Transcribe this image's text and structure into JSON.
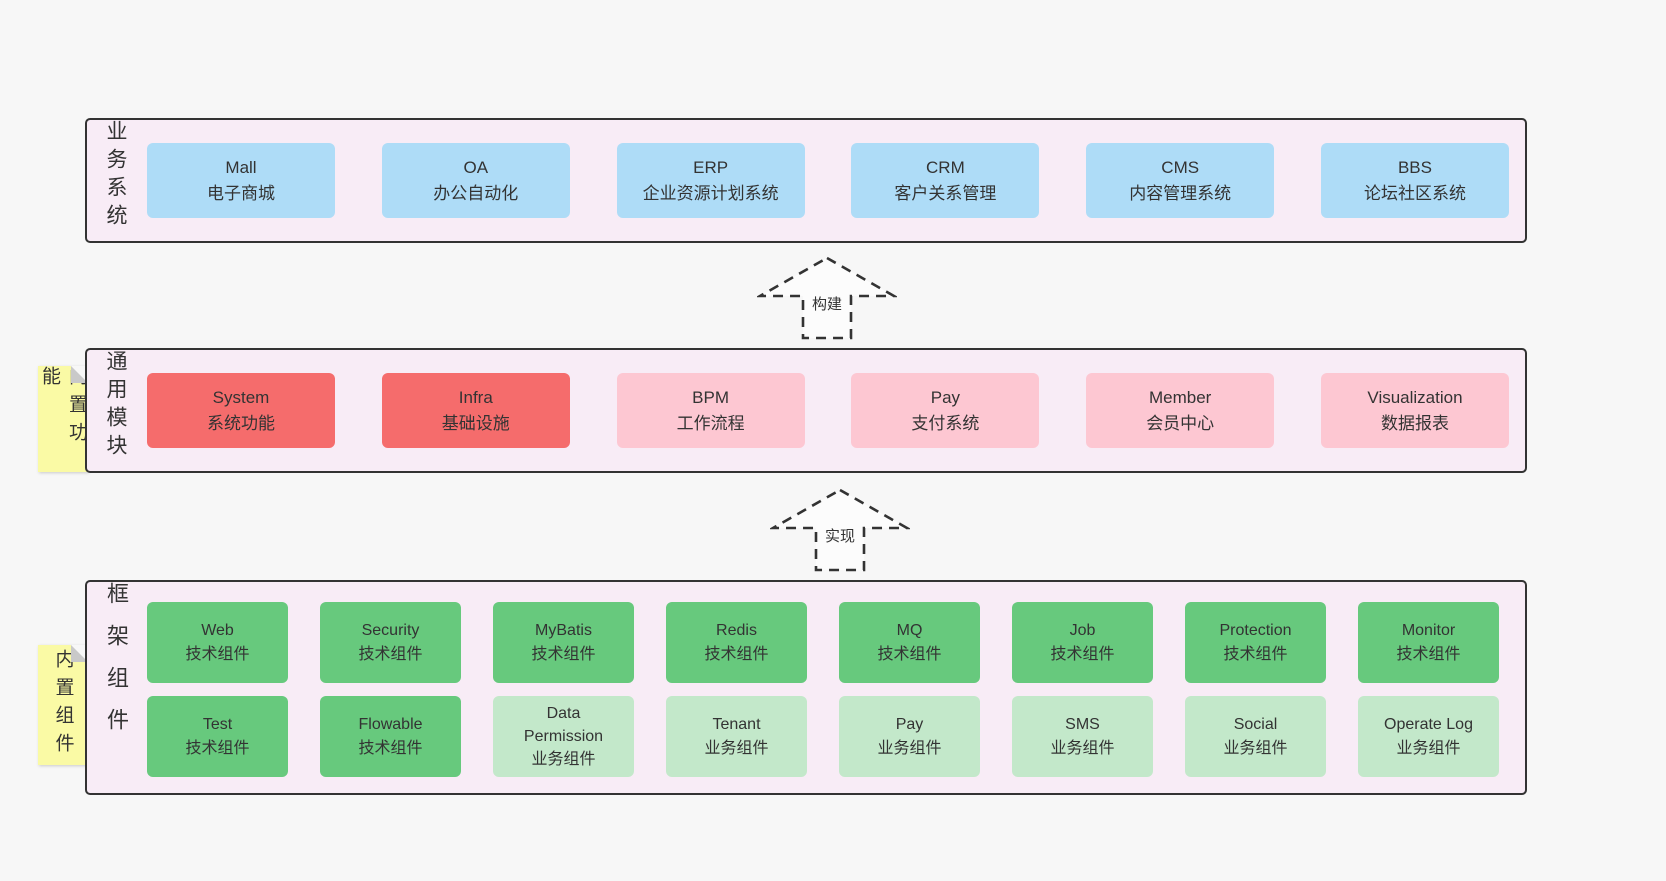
{
  "colors": {
    "page_bg": "#f7f7f7",
    "band_bg": "#f8ecf6",
    "band_border": "#333333",
    "box_blue": "#aedcf7",
    "box_red": "#f56c6c",
    "box_pink": "#fdc7d2",
    "box_green_dark": "#67c97d",
    "box_green_light": "#c3e8ca",
    "note_yellow": "#fafaa5",
    "note_fold_gray": "#c9c9c9",
    "text": "#333333"
  },
  "bands": [
    {
      "id": "business-systems",
      "label": "业务系统",
      "boxes": [
        {
          "title": "Mall",
          "subtitle": "电子商城",
          "variant": "blue"
        },
        {
          "title": "OA",
          "subtitle": "办公自动化",
          "variant": "blue"
        },
        {
          "title": "ERP",
          "subtitle": "企业资源计划系统",
          "variant": "blue"
        },
        {
          "title": "CRM",
          "subtitle": "客户关系管理",
          "variant": "blue"
        },
        {
          "title": "CMS",
          "subtitle": "内容管理系统",
          "variant": "blue"
        },
        {
          "title": "BBS",
          "subtitle": "论坛社区系统",
          "variant": "blue"
        }
      ]
    },
    {
      "id": "common-modules",
      "label": "通用模块",
      "note": "内置功能",
      "boxes": [
        {
          "title": "System",
          "subtitle": "系统功能",
          "variant": "red"
        },
        {
          "title": "Infra",
          "subtitle": "基础设施",
          "variant": "red"
        },
        {
          "title": "BPM",
          "subtitle": "工作流程",
          "variant": "pink"
        },
        {
          "title": "Pay",
          "subtitle": "支付系统",
          "variant": "pink"
        },
        {
          "title": "Member",
          "subtitle": "会员中心",
          "variant": "pink"
        },
        {
          "title": "Visualization",
          "subtitle": "数据报表",
          "variant": "pink"
        }
      ]
    },
    {
      "id": "framework-components",
      "label": "框架组件",
      "note": "内置组件",
      "rows": [
        [
          {
            "title": "Web",
            "subtitle": "技术组件",
            "variant": "green-dark"
          },
          {
            "title": "Security",
            "subtitle": "技术组件",
            "variant": "green-dark"
          },
          {
            "title": "MyBatis",
            "subtitle": "技术组件",
            "variant": "green-dark"
          },
          {
            "title": "Redis",
            "subtitle": "技术组件",
            "variant": "green-dark"
          },
          {
            "title": "MQ",
            "subtitle": "技术组件",
            "variant": "green-dark"
          },
          {
            "title": "Job",
            "subtitle": "技术组件",
            "variant": "green-dark"
          },
          {
            "title": "Protection",
            "subtitle": "技术组件",
            "variant": "green-dark"
          },
          {
            "title": "Monitor",
            "subtitle": "技术组件",
            "variant": "green-dark"
          }
        ],
        [
          {
            "title": "Test",
            "subtitle": "技术组件",
            "variant": "green-dark"
          },
          {
            "title": "Flowable",
            "subtitle": "技术组件",
            "variant": "green-dark"
          },
          {
            "title": "Data Permission",
            "subtitle": "业务组件",
            "variant": "green-light"
          },
          {
            "title": "Tenant",
            "subtitle": "业务组件",
            "variant": "green-light"
          },
          {
            "title": "Pay",
            "subtitle": "业务组件",
            "variant": "green-light"
          },
          {
            "title": "SMS",
            "subtitle": "业务组件",
            "variant": "green-light"
          },
          {
            "title": "Social",
            "subtitle": "业务组件",
            "variant": "green-light"
          },
          {
            "title": "Operate Log",
            "subtitle": "业务组件",
            "variant": "green-light"
          }
        ]
      ]
    }
  ],
  "arrows": [
    {
      "label": "构建"
    },
    {
      "label": "实现"
    }
  ]
}
